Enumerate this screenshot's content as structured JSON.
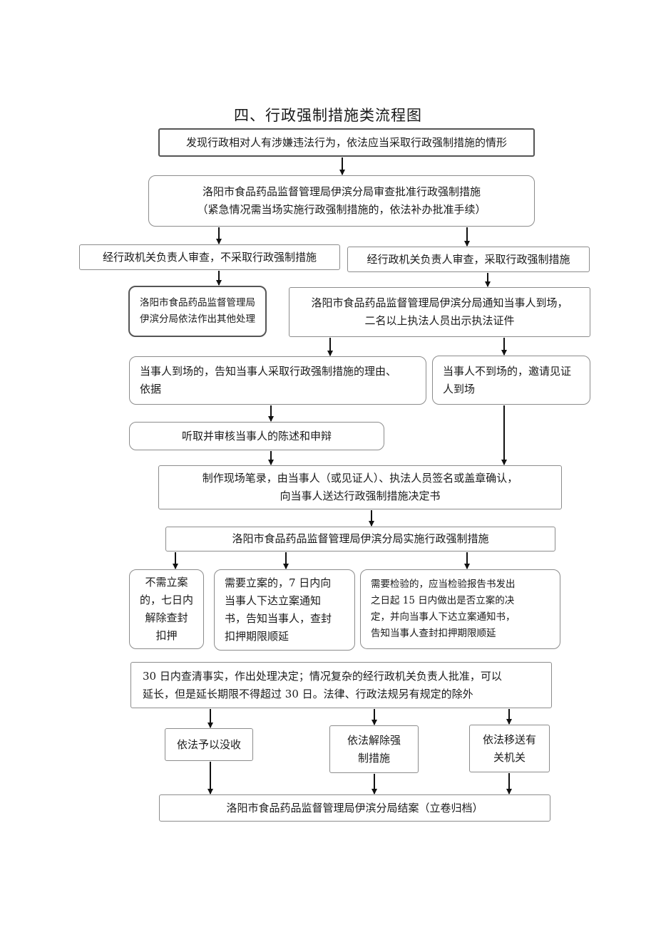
{
  "title": "四、行政强制措施类流程图",
  "boxes": {
    "b1": [
      "发现行政相对人有涉嫌违法行为，依法应当采取行政强制措施的情形"
    ],
    "b2": [
      "洛阳市食品药品监督管理局伊滨分局审查批准行政强制措施",
      "（紧急情况需当场实施行政强制措施的，依法补办批准手续）"
    ],
    "b3l": [
      "经行政机关负责人审查，不采取行政强制措施"
    ],
    "b3r": [
      "经行政机关负责人审查，采取行政强制措施"
    ],
    "b4l": [
      "洛阳市食品药品监督管理局",
      "伊滨分局依法作出其他处理"
    ],
    "b4r": [
      "洛阳市食品药品监督管理局伊滨分局通知当事人到场，",
      "二名以上执法人员出示执法证件"
    ],
    "b5l": [
      "当事人到场的，告知当事人采取行政强制措施的理由、",
      "依据"
    ],
    "b5r": [
      "当事人不到场的，邀请见证",
      "人到场"
    ],
    "b6": [
      "听取并审核当事人的陈述和申辩"
    ],
    "b7": [
      "制作现场笔录，由当事人（或见证人）、执法人员签名或盖章确认，",
      "向当事人送达行政强制措施决定书"
    ],
    "b8": [
      "洛阳市食品药品监督管理局伊滨分局实施行政强制措施"
    ],
    "b9a": [
      "不需立案",
      "的，七日内",
      "解除查封",
      "扣押"
    ],
    "b9b": [
      "需要立案的，7 日内向",
      "当事人下达立案通知",
      "书，告知当事人，查封",
      "扣押期限顺延"
    ],
    "b9c": [
      "需要检验的，应当检验报告书发出",
      "之日起 15 日内做出是否立案的决",
      "定，并向当事人下达立案通知书，",
      "告知当事人查封扣押期限顺延"
    ],
    "b10": [
      "30 日内查清事实，作出处理决定；情况复杂的经行政机关负责人批准，可以",
      "延长，但是延长期限不得超过 30 日。法律、行政法规另有规定的除外"
    ],
    "b11a": [
      "依法予以没收"
    ],
    "b11b": [
      "依法解除强",
      "制措施"
    ],
    "b11c": [
      "依法移送有",
      "关机关"
    ],
    "b12": [
      "洛阳市食品药品监督管理局伊滨分局结案（立卷归档）"
    ]
  }
}
